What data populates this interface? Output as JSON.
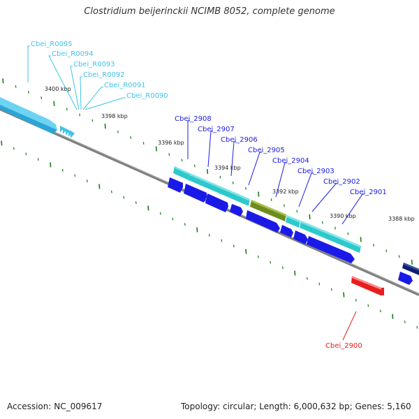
{
  "title": "Clostridium beijerinckii NCIMB 8052, complete genome",
  "footer": {
    "accession": "Accession: NC_009617",
    "summary": "Topology: circular; Length: 6,000,632 bp; Genes: 5,160"
  },
  "colors": {
    "rna": "#3fc3e8",
    "cds_forward": "#2ec8cc",
    "cds_reverse": "#1a1ae8",
    "highlight_forward": "#6e8c1e",
    "highlight_reverse": "#e81e1e",
    "dark_forward": "#0d1f6e",
    "tick_dash": "#1a7a1a",
    "axis": "#808080"
  },
  "ruler": {
    "unit": "kbp",
    "ticks": [
      {
        "label": "3400 kbp",
        "value": 3400
      },
      {
        "label": "3398 kbp",
        "value": 3398
      },
      {
        "label": "3396 kbp",
        "value": 3396
      },
      {
        "label": "3394 kbp",
        "value": 3394
      },
      {
        "label": "3392 kbp",
        "value": 3392
      },
      {
        "label": "3390 kbp",
        "value": 3390
      },
      {
        "label": "3388 kbp",
        "value": 3388
      }
    ]
  },
  "features": [
    {
      "label": "Cbei_R0095",
      "type": "rna"
    },
    {
      "label": "Cbei_R0094",
      "type": "rna"
    },
    {
      "label": "Cbei_R0093",
      "type": "rna"
    },
    {
      "label": "Cbei_R0092",
      "type": "rna"
    },
    {
      "label": "Cbei_R0091",
      "type": "rna"
    },
    {
      "label": "Cbei_R0090",
      "type": "rna"
    },
    {
      "label": "Cbei_2908",
      "type": "cds"
    },
    {
      "label": "Cbei_2907",
      "type": "cds"
    },
    {
      "label": "Cbei_2906",
      "type": "cds"
    },
    {
      "label": "Cbei_2905",
      "type": "cds"
    },
    {
      "label": "Cbei_2904",
      "type": "cds"
    },
    {
      "label": "Cbei_2903",
      "type": "cds"
    },
    {
      "label": "Cbei_2902",
      "type": "cds"
    },
    {
      "label": "Cbei_2901",
      "type": "cds"
    },
    {
      "label": "Cbei_2900",
      "type": "cds"
    }
  ]
}
